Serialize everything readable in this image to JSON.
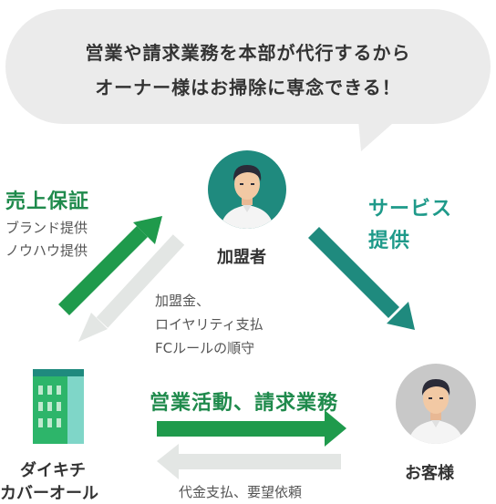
{
  "bubble": {
    "line1": "営業や請求業務を本部が代行するから",
    "line2": "オーナー様はお掃除に専念できる！"
  },
  "franchisee": {
    "label": "加盟者"
  },
  "customer": {
    "label": "お客様"
  },
  "company": {
    "line1": "ダイキチ",
    "line2": "カバーオール"
  },
  "sales_guarantee": {
    "title": "売上保証",
    "items": [
      "ブランド提供",
      "ノウハウ提供"
    ]
  },
  "franchise_fees": {
    "lines": [
      "加盟金、",
      "ロイヤリティ支払",
      "FCルールの順守"
    ]
  },
  "service": {
    "lines": [
      "サービス",
      "提供"
    ]
  },
  "sales_activity": {
    "title": "営業活動、請求業務"
  },
  "payment": {
    "label": "代金支払、要望依頼"
  },
  "colors": {
    "green": "#1f9a4c",
    "teal": "#1f8a7e",
    "light_gray": "#e3e6e4",
    "bubble": "#ebebeb"
  }
}
